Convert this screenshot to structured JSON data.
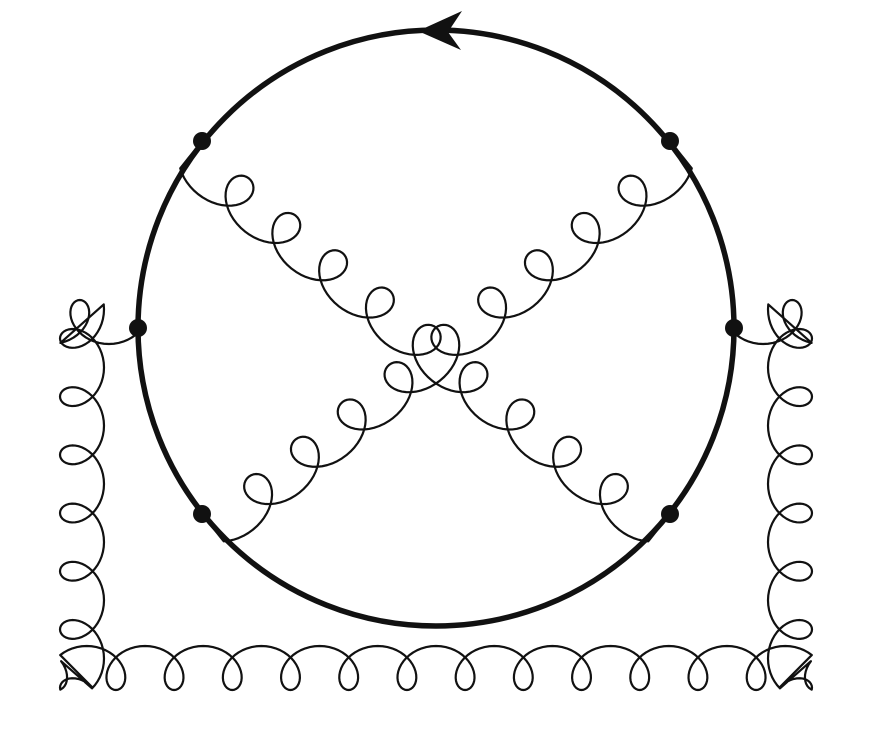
{
  "diagram": {
    "kind": "feynman-diagram",
    "description_elements": {
      "fermion_loop": {
        "shape": "circle",
        "orientation": "counter-clockwise",
        "arrow_icon": "arrow-left-icon"
      },
      "vertex_count": 6,
      "gluon_lines": [
        {
          "name": "gluon-upper-left-to-lower-right",
          "coils": 10
        },
        {
          "name": "gluon-upper-right-to-lower-left",
          "coils": 10
        },
        {
          "name": "gluon-outer-loop",
          "coils": 29
        }
      ]
    },
    "colors": {
      "line": "#111111",
      "background": "#ffffff"
    }
  }
}
